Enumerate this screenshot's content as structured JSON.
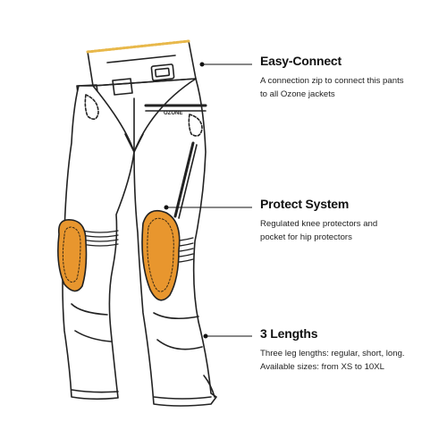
{
  "features": [
    {
      "title": "Easy-Connect",
      "lines": [
        "A connection zip to connect this pants",
        "to all Ozone jackets"
      ]
    },
    {
      "title": "Protect System",
      "lines": [
        "Regulated knee protectors and",
        "pocket for hip protectors"
      ]
    },
    {
      "title": "3 Lengths",
      "lines": [
        "Three leg lengths: regular, short, long.",
        "Available sizes: from XS to 10XL"
      ]
    }
  ],
  "product": {
    "brand_mark": "OZONE"
  },
  "colors": {
    "outline": "#222222",
    "protector_fill": "#E8962E",
    "protector_dots": "#3a2a14",
    "zip_highlight": "#E8B84A",
    "leader_line": "#111111"
  },
  "icons": [
    "pants-illustration",
    "knee-protector-icon",
    "hip-protector-icon",
    "zip-icon"
  ]
}
